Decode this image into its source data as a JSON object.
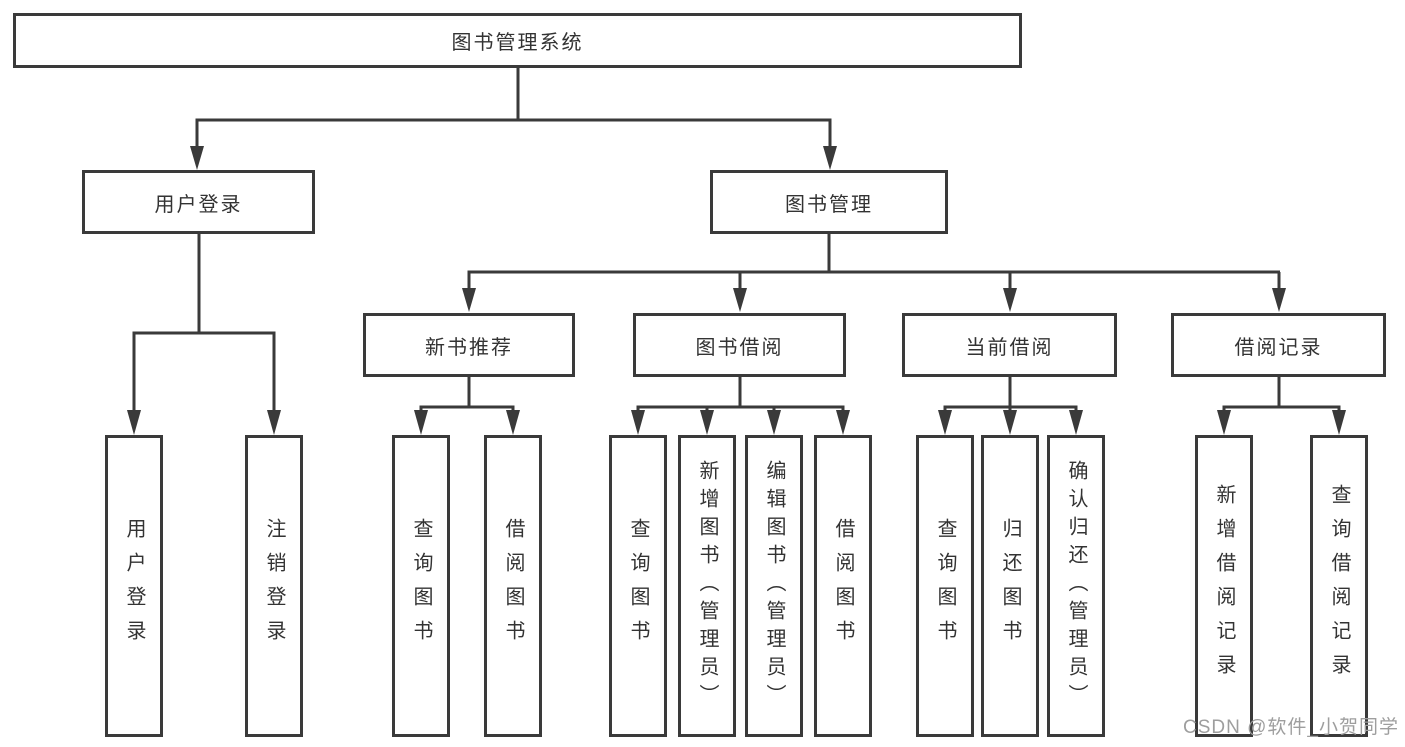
{
  "diagram_title": "图书管理系统",
  "tree": {
    "root": {
      "label": "图书管理系统"
    },
    "level2": [
      {
        "label": "用户登录",
        "parent": "图书管理系统"
      },
      {
        "label": "图书管理",
        "parent": "图书管理系统"
      }
    ],
    "level3": [
      {
        "label": "新书推荐",
        "parent": "图书管理"
      },
      {
        "label": "图书借阅",
        "parent": "图书管理"
      },
      {
        "label": "当前借阅",
        "parent": "图书管理"
      },
      {
        "label": "借阅记录",
        "parent": "图书管理"
      }
    ],
    "leaves": [
      {
        "label": "用户登录",
        "parent": "用户登录"
      },
      {
        "label": "注销登录",
        "parent": "用户登录"
      },
      {
        "label": "查询图书",
        "parent": "新书推荐"
      },
      {
        "label": "借阅图书",
        "parent": "新书推荐"
      },
      {
        "label": "查询图书",
        "parent": "图书借阅"
      },
      {
        "label": "新增图书（管理员）",
        "parent": "图书借阅"
      },
      {
        "label": "编辑图书（管理员）",
        "parent": "图书借阅"
      },
      {
        "label": "借阅图书",
        "parent": "图书借阅"
      },
      {
        "label": "查询图书",
        "parent": "当前借阅"
      },
      {
        "label": "归还图书",
        "parent": "当前借阅"
      },
      {
        "label": "确认归还（管理员）",
        "parent": "当前借阅"
      },
      {
        "label": "新增借阅记录",
        "parent": "借阅记录"
      },
      {
        "label": "查询借阅记录",
        "parent": "借阅记录"
      }
    ]
  },
  "watermark": {
    "text": "CSDN @软件_小贺同学",
    "color": "#9e9e9e"
  },
  "colors": {
    "line": "#3a3a3a",
    "box_border": "#3a3a3a",
    "text": "#333333",
    "background": "#ffffff"
  }
}
